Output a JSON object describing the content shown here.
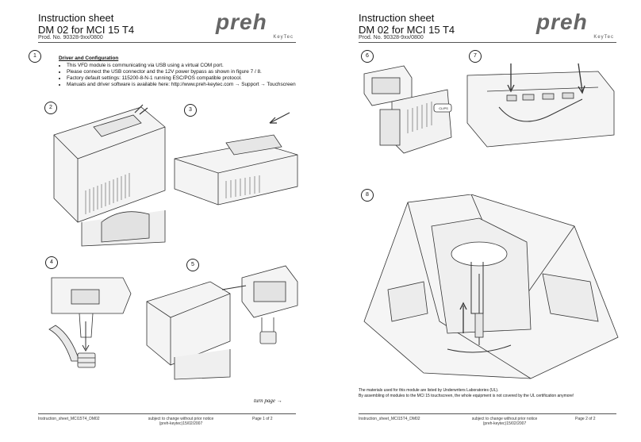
{
  "left": {
    "title_line1": "Instruction sheet",
    "title_line2": "DM 02 for MCI 15 T4",
    "prod_no": "Prod. No. 90328-9xx/0800",
    "logo_brand": "preh",
    "logo_sub": "KeyTec",
    "step1_number": "1",
    "driver_heading": "Driver and Configuration",
    "driver_items": [
      "This VFD module is communicating via USB using a virtual COM port.",
      "Please connect the USB connector and the 12V power bypass as shown in figure 7 / 8.",
      "Factory default settings: 115200-8-N-1 running ESC/POS compatible protocol.",
      "Manuals and driver software is available here: http://www.preh-keytec.com → Support → Touchscreen"
    ],
    "step2_number": "2",
    "step3_number": "3",
    "step4_number": "4",
    "step5_number": "5",
    "turn_page": "turn page →",
    "footer_file": "Instruction_sheet_MCI15T4_DM02",
    "footer_notice_1": "subject to change without prior notice",
    "footer_notice_2": "(preh-keytec)15/02/2007",
    "footer_page": "Page 1 of 2"
  },
  "right": {
    "title_line1": "Instruction sheet",
    "title_line2": "DM 02 for MCI 15 T4",
    "prod_no": "Prod. No. 90328-9xx/0800",
    "logo_brand": "preh",
    "logo_sub": "KeyTec",
    "step6_number": "6",
    "step7_number": "7",
    "step8_number": "8",
    "clips_label": "CLIPS",
    "notice_line1": "The materials used for this module are listed by Underwriters Laboratories (UL).",
    "notice_line2": "By assembling of modules to the MCI 15 touchscreen, the whole equipment is not covered by the UL certification anymore!",
    "footer_file": "Instruction_sheet_MCI15T4_DM02",
    "footer_notice_1": "subject to change without prior notice",
    "footer_notice_2": "(preh-keytec)15/02/2007",
    "footer_page": "Page 2 of 2"
  }
}
